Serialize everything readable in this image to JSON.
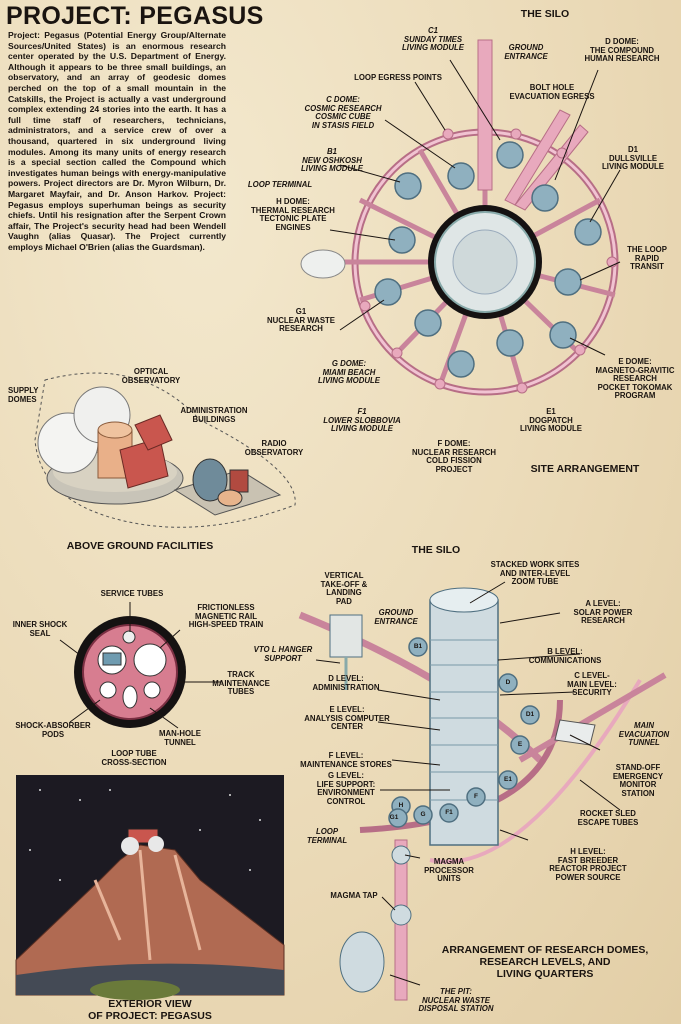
{
  "title": "PROJECT: PEGASUS",
  "intro": "Project: Pegasus (Potential Energy Group/Alternate Sources/United States) is an enormous research center operated by the U.S. Department of Energy. Although it appears to be three small buildings, an observatory, and an array of geodesic domes perched on the top of a small mountain in the Catskills, the Project is actually a vast underground complex extending 24 stories into the earth. It has a full time staff of researchers, technicians, administrators, and a service crew of over a thousand, quartered in six underground living modules. Among its many units of energy research is a special section called the Compound which investigates human beings with energy-manipulative powers. Project directors are Dr. Myron Wilburn, Dr. Margaret Mayfair, and Dr. Anson Harkov. Project: Pegasus employs superhuman beings as security chiefs. Until his resignation after the Serpent Crown affair, The Project's security head had been Wendell Vaughn (alias Quasar). The Project currently employs Michael O'Brien (alias the Guardsman).",
  "site": {
    "heading_top": "THE SILO",
    "heading_bottom": "SITE ARRANGEMENT",
    "labels": {
      "c1": "C1\nSUNDAY TIMES\nLIVING MODULE",
      "ground_entrance": "GROUND\nENTRANCE",
      "d_dome": "D DOME:\nTHE COMPOUND\nHUMAN RESEARCH",
      "loop_egress": "LOOP EGRESS POINTS",
      "bolt_hole": "BOLT HOLE\nEVACUATION EGRESS",
      "c_dome": "C DOME:\nCOSMIC RESEARCH\nCOSMIC CUBE\nIN STASIS FIELD",
      "d1": "D1\nDULLSVILLE\nLIVING MODULE",
      "b1": "B1\nNEW OSHKOSH\nLIVING MODULE",
      "loop_terminal": "LOOP TERMINAL",
      "h_dome": "H DOME:\nTHERMAL RESEARCH\nTECTONIC PLATE\nENGINES",
      "loop_rapid": "THE LOOP\nRAPID\nTRANSIT",
      "g1": "G1\nNUCLEAR WASTE\nRESEARCH",
      "e_dome": "E DOME:\nMAGNETO-GRAVITIC\nRESEARCH\nPOCKET TOKOMAK\nPROGRAM",
      "g_dome": "G DOME:\nMIAMI BEACH\nLIVING MODULE",
      "f1": "F1\nLOWER SLOBBOVIA\nLIVING MODULE",
      "e1": "E1\nDOGPATCH\nLIVING MODULE",
      "f_dome": "F DOME:\nNUCLEAR RESEARCH\nCOLD FISSION\nPROJECT"
    }
  },
  "above": {
    "heading": "ABOVE GROUND FACILITIES",
    "labels": {
      "supply": "SUPPLY\nDOMES",
      "optical": "OPTICAL\nOBSERVATORY",
      "admin": "ADMINISTRATION\nBUILDINGS",
      "radio": "RADIO\nOBSERVATORY"
    }
  },
  "loop_tube": {
    "heading": "LOOP TUBE\nCROSS-SECTION",
    "labels": {
      "service": "SERVICE TUBES",
      "frictionless": "FRICTIONLESS\nMAGNETIC RAIL\nHIGH-SPEED TRAIN",
      "inner_seal": "INNER SHOCK\nSEAL",
      "track": "TRACK\nMAINTENANCE\nTUBES",
      "shock_pods": "SHOCK-ABSORBER\nPODS",
      "manhole": "MAN-HOLE\nTUNNEL"
    }
  },
  "exterior": {
    "caption": "EXTERIOR VIEW\nOF PROJECT: PEGASUS"
  },
  "silo": {
    "heading": "THE SILO",
    "heading_bottom": "ARRANGEMENT OF RESEARCH DOMES,\nRESEARCH LEVELS, AND\nLIVING QUARTERS",
    "labels": {
      "vtol": "VERTICAL\nTAKE-OFF &\nLANDING\nPAD",
      "stacked": "STACKED WORK SITES\nAND INTER-LEVEL\nZOOM TUBE",
      "ground_entrance": "GROUND\nENTRANCE",
      "a_level": "A LEVEL:\nSOLAR POWER\nRESEARCH",
      "vtol_hanger": "VTO L HANGER\nSUPPORT",
      "b_level": "B LEVEL:\nCOMMUNICATIONS",
      "d_level": "D LEVEL:\nADMINISTRATION",
      "c_level": "C LEVEL-\nMAIN LEVEL:\nSECURITY",
      "e_level": "E LEVEL:\nANALYSIS COMPUTER\nCENTER",
      "main_evac": "MAIN\nEVACUATION\nTUNNEL",
      "f_level": "F LEVEL:\nMAINTENANCE STORES",
      "g_level": "G LEVEL:\nLIFE SUPPORT:\nENVIRONMENT\nCONTROL",
      "standoff": "STAND-OFF\nEMERGENCY\nMONITOR\nSTATION",
      "loop_terminal": "LOOP\nTERMINAL",
      "rocket": "ROCKET SLED\nESCAPE TUBES",
      "h_level": "H LEVEL:\nFAST BREEDER\nREACTOR PROJECT\nPOWER SOURCE",
      "magma_proc": "MAGMA\nPROCESSOR\nUNITS",
      "magma_tap": "MAGMA TAP",
      "pit": "THE PIT:\nNUCLEAR WASTE\nDISPOSAL STATION"
    },
    "dome_letters": [
      "B1",
      "D",
      "D1",
      "E",
      "E1",
      "F",
      "F1",
      "G",
      "G1",
      "H"
    ]
  },
  "colors": {
    "paper": "#efe2c4",
    "ink": "#1a1410",
    "pink": "#e8a9bd",
    "pink_dark": "#b76e86",
    "blue": "#8fb0bf",
    "blue_dark": "#4f6f80",
    "night": "#1c1a22",
    "mountain": "#b06a52"
  }
}
